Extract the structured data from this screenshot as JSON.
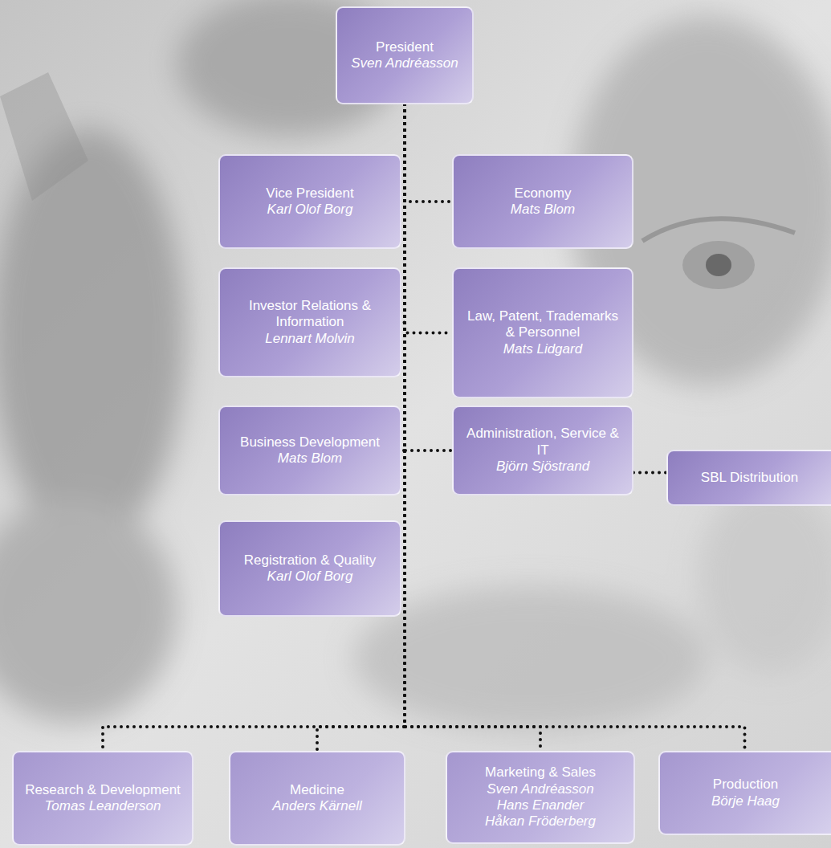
{
  "diagram": {
    "nodes": [
      {
        "text": [
          "President",
          "Sven Andréasson"
        ]
      },
      {
        "text": [
          "Vice President",
          "Karl Olof Borg"
        ]
      },
      {
        "text": [
          "Economy",
          "Mats Blom"
        ]
      },
      {
        "text": [
          "Investor Relations & Information",
          "Lennart Molvin"
        ]
      },
      {
        "text": [
          "Law, Patent, Trademarks & Personnel",
          "Mats Lidgard"
        ]
      },
      {
        "text": [
          "Business Development",
          "Mats Blom"
        ]
      },
      {
        "text": [
          "Administration, Service & IT",
          "Björn Sjöstrand"
        ]
      },
      {
        "text": [
          "SBL Distribution"
        ]
      },
      {
        "text": [
          "Registration & Quality",
          "Karl Olof Borg"
        ]
      },
      {
        "text": [
          "Research & Development",
          "Tomas Leanderson"
        ]
      },
      {
        "text": [
          "Medicine",
          "Anders Kärnell"
        ]
      },
      {
        "text": [
          "Marketing & Sales",
          "Sven Andréasson",
          "Hans Enander",
          "Håkan Fröderberg"
        ]
      },
      {
        "text": [
          "Production",
          "Börje Haag"
        ]
      }
    ],
    "edges": [
      {
        "from": 0,
        "to": 1,
        "arrow": "none"
      },
      {
        "from": 0,
        "to": 2,
        "arrow": "none"
      },
      {
        "from": 0,
        "to": 3,
        "arrow": "none"
      },
      {
        "from": 0,
        "to": 4,
        "arrow": "none"
      },
      {
        "from": 0,
        "to": 5,
        "arrow": "none"
      },
      {
        "from": 0,
        "to": 6,
        "arrow": "none"
      },
      {
        "from": 6,
        "to": 7,
        "arrow": "none"
      },
      {
        "from": 0,
        "to": 8,
        "arrow": "none"
      },
      {
        "from": 0,
        "to": 9,
        "arrow": "none"
      },
      {
        "from": 0,
        "to": 10,
        "arrow": "none"
      },
      {
        "from": 0,
        "to": 11,
        "arrow": "none"
      },
      {
        "from": 0,
        "to": 12,
        "arrow": "none"
      }
    ]
  }
}
